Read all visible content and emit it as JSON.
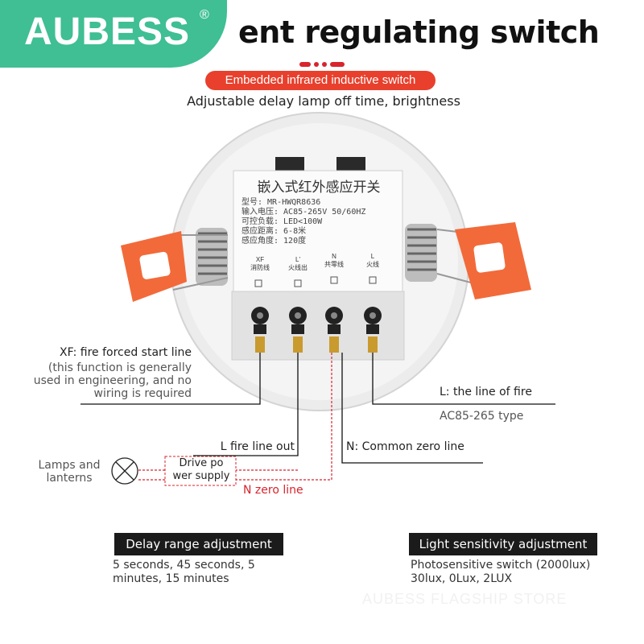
{
  "brand": {
    "name": "AUBESS",
    "registered_mark": "®"
  },
  "header": {
    "title": "ent regulating switch",
    "pill": "Embedded infrared inductive switch",
    "subtitle": "Adjustable delay lamp off time, brightness"
  },
  "device_label": {
    "title": "嵌入式红外感应开关",
    "lines": [
      "型号: MR-HWQR8636",
      "输入电压: AC85-265V 50/60HZ",
      "可控负载: LED<100W",
      "感应距离: 6-8米",
      "感应角度: 120度"
    ],
    "terminals": [
      {
        "code": "XF",
        "name": "消防线"
      },
      {
        "code": "L'",
        "name": "火线出"
      },
      {
        "code": "N",
        "name": "共零线"
      },
      {
        "code": "L",
        "name": "火线"
      }
    ]
  },
  "callouts": {
    "xf_title": "XF: fire forced start line",
    "xf_note": [
      "(this function is generally",
      "used in engineering, and no",
      "wiring is required"
    ],
    "l_fire": "L: the line of fire",
    "l_type": "AC85-265 type",
    "l_out": "L fire line out",
    "n_common": "N: Common zero line",
    "lamps": [
      "Lamps and",
      "lanterns"
    ],
    "drive": [
      "Drive po",
      "wer supply"
    ],
    "n_zero": "N zero line"
  },
  "features": {
    "delay": {
      "heading": "Delay range adjustment",
      "text": [
        "5 seconds, 45 seconds, 5",
        "minutes, 15 minutes"
      ]
    },
    "light": {
      "heading": "Light sensitivity adjustment",
      "text": [
        "Photosensitive switch (2000lux)",
        "30lux, 0Lux, 2LUX"
      ]
    }
  },
  "watermark": "AUBESS FLAGSHIP STORE",
  "colors": {
    "brand_green": "#3fbf93",
    "accent_red": "#e8402d",
    "clip_orange": "#f26a3a",
    "dark_bar": "#1b1b1b"
  }
}
